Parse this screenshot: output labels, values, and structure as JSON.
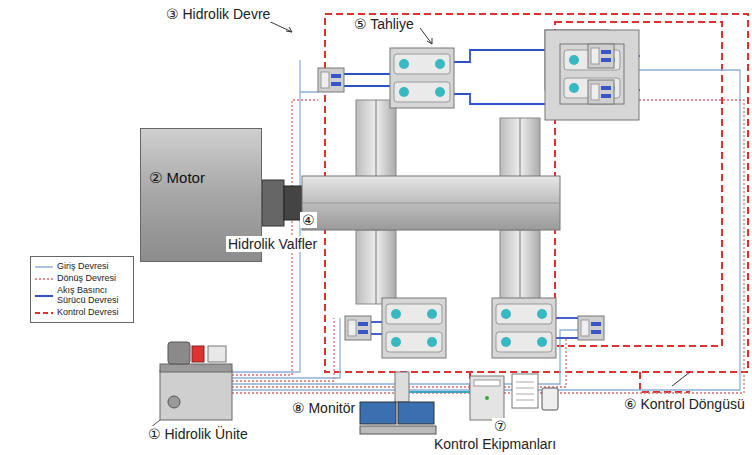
{
  "diagram": {
    "nodes": [
      {
        "text": [
          "② Motor"
        ]
      }
    ],
    "labels": [
      "③ Hidrolik Devre",
      "⑤ Tahliye",
      "④",
      "Hidrolik Valfler",
      "① Hidrolik Ünite",
      "⑧ Monitör",
      "⑦",
      "Kontrol Ekipmanları",
      "⑥ Kontrol Döngüsü"
    ],
    "legend": [
      {
        "text": "Giriş Devresi"
      },
      {
        "text": "Dönüş Devresi"
      },
      {
        "text": "Akış Basıncı Sürücü Devresi"
      },
      {
        "text": "Kontrol Devresi"
      }
    ]
  }
}
